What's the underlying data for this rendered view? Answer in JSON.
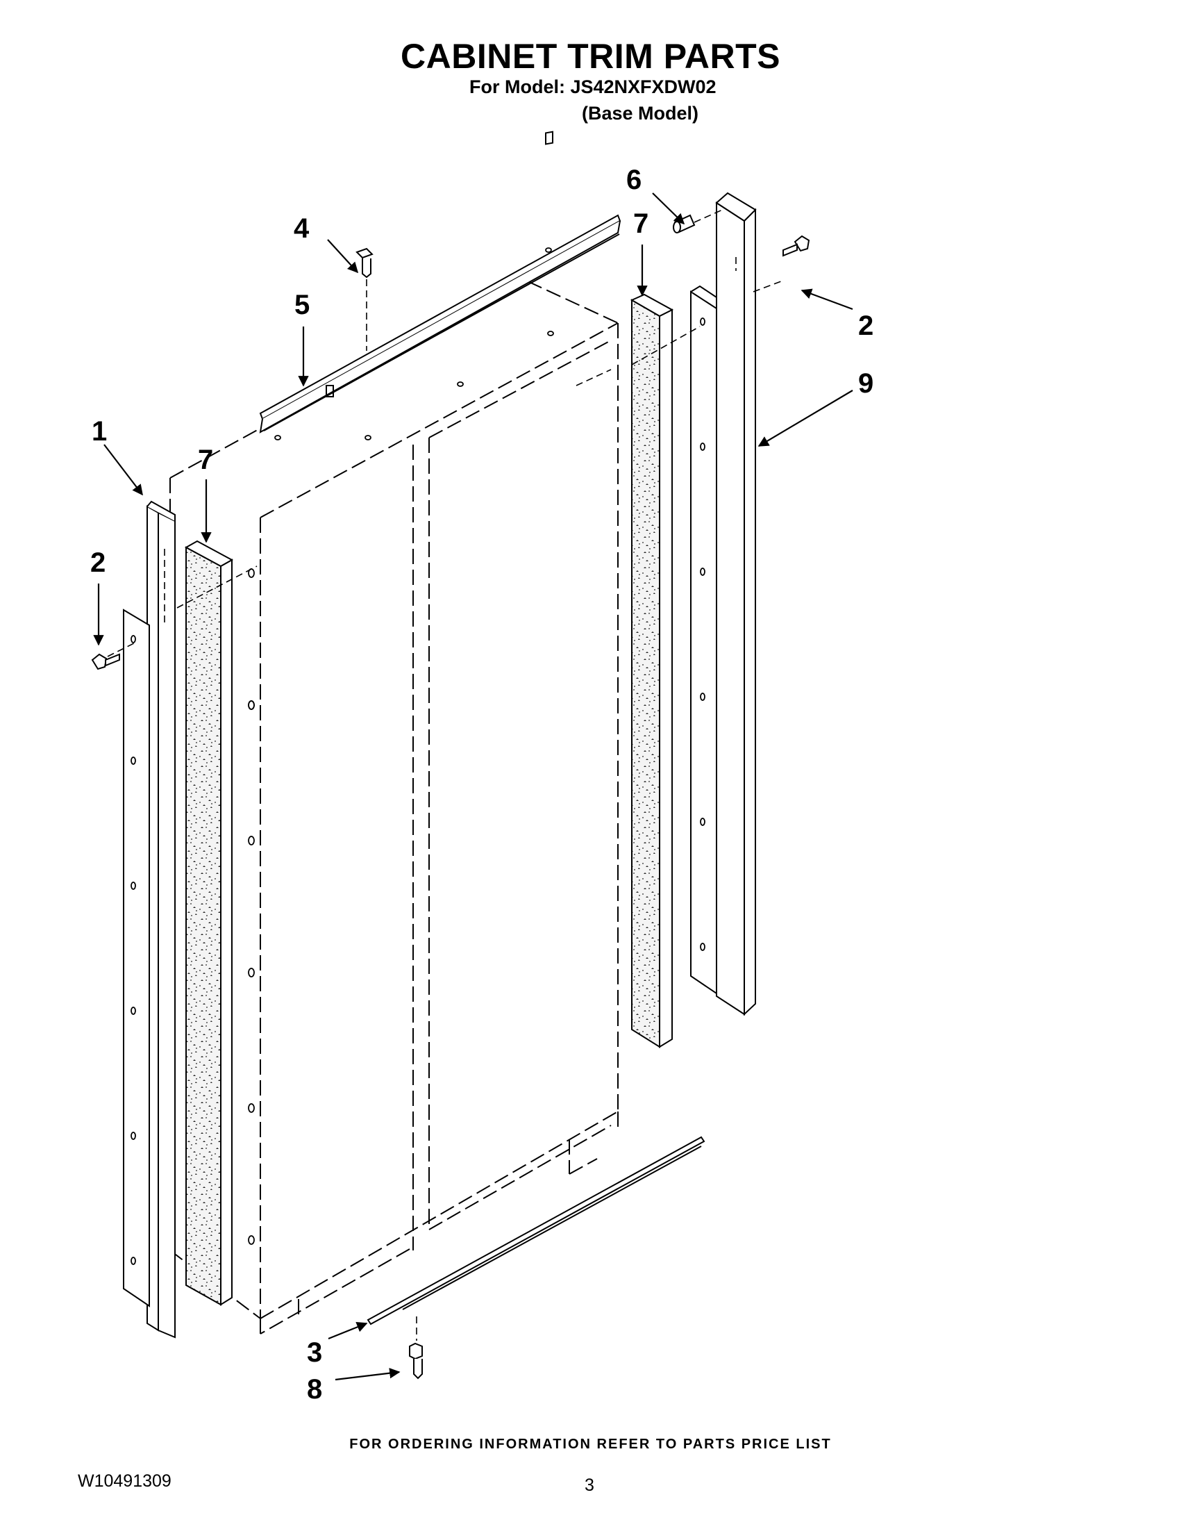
{
  "header": {
    "title": "CABINET TRIM PARTS",
    "model_line": "For Model: JS42NXFXDW02",
    "base_model": "(Base Model)"
  },
  "callouts": {
    "c1": "1",
    "c2_left": "2",
    "c2_right": "2",
    "c3": "3",
    "c4": "4",
    "c5": "5",
    "c6": "6",
    "c7_left": "7",
    "c7_right": "7",
    "c8": "8",
    "c9": "9"
  },
  "footer": {
    "ordering_info": "FOR ORDERING INFORMATION REFER TO PARTS PRICE LIST",
    "document_number": "W10491309",
    "page_number": "3"
  }
}
